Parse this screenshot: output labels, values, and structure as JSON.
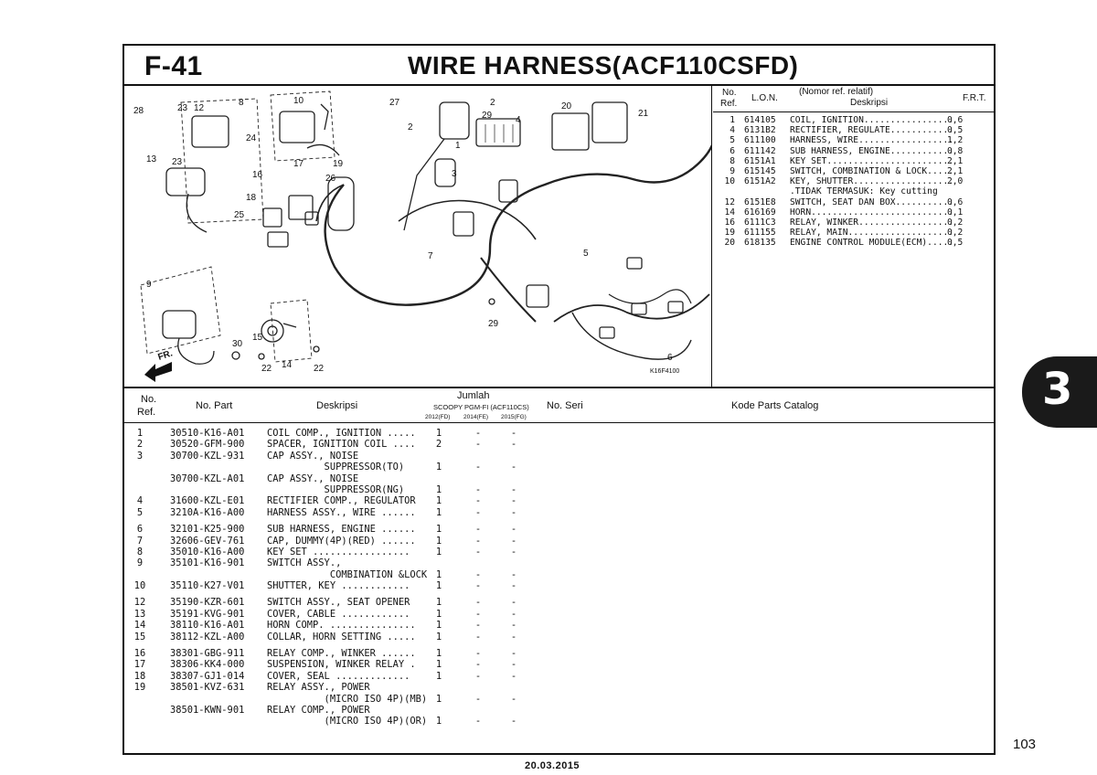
{
  "header": {
    "code": "F-41",
    "title": "WIRE HARNESS(ACF110CSFD)"
  },
  "diagram": {
    "ref_labels": [
      "28",
      "23",
      "12",
      "8",
      "10",
      "27",
      "2",
      "20",
      "29",
      "4",
      "21",
      "24",
      "13",
      "23",
      "2",
      "1",
      "16",
      "17",
      "19",
      "26",
      "18",
      "3",
      "25",
      "7",
      "5",
      "9",
      "29",
      "15",
      "30",
      "22",
      "14",
      "22",
      "6"
    ],
    "fr_label": "FR.",
    "code_label": "K16F4100"
  },
  "right_table": {
    "head": {
      "no": "No.",
      "ref": "Ref.",
      "lon": "L.O.N.",
      "nomor": "(Nomor ref. relatif)",
      "deskripsi": "Deskripsi",
      "frt": "F.R.T."
    },
    "rows": [
      {
        "ref": "1",
        "lon": "614105",
        "desc": "COIL, IGNITION.................",
        "frt": "0,6"
      },
      {
        "ref": "4",
        "lon": "6131B2",
        "desc": "RECTIFIER, REGULATE............",
        "frt": "0,5"
      },
      {
        "ref": "5",
        "lon": "611100",
        "desc": "HARNESS, WIRE..................",
        "frt": "1,2"
      },
      {
        "ref": "6",
        "lon": "611142",
        "desc": "SUB HARNESS, ENGINE............",
        "frt": "0,8"
      },
      {
        "ref": "8",
        "lon": "6151A1",
        "desc": "KEY SET........................",
        "frt": "2,1"
      },
      {
        "ref": "9",
        "lon": "615145",
        "desc": "SWITCH, COMBINATION & LOCK.....",
        "frt": "2,1"
      },
      {
        "ref": "10",
        "lon": "6151A2",
        "desc": "KEY, SHUTTER...................",
        "frt": "2,0"
      },
      {
        "ref": "12",
        "lon": "6151E8",
        "desc": "SWITCH, SEAT DAN BOX...........",
        "frt": "0,6"
      },
      {
        "ref": "14",
        "lon": "616169",
        "desc": "HORN...........................",
        "frt": "0,1"
      },
      {
        "ref": "16",
        "lon": "6111C3",
        "desc": "RELAY, WINKER..................",
        "frt": "0,2"
      },
      {
        "ref": "19",
        "lon": "611155",
        "desc": "RELAY, MAIN....................",
        "frt": "0,2"
      },
      {
        "ref": "20",
        "lon": "618135",
        "desc": "ENGINE CONTROL MODULE(ECM).....",
        "frt": "0,5"
      }
    ],
    "note": ".TIDAK TERMASUK: Key cutting"
  },
  "bottom_table": {
    "head": {
      "no": "No.",
      "ref": "Ref.",
      "part": "No. Part",
      "deskripsi": "Deskripsi",
      "jumlah": "Jumlah",
      "model": "SCOOPY PGM-FI (ACF110CS)",
      "y1": "2012(FD)",
      "y2": "2014(FE)",
      "y3": "2015(FG)",
      "seri": "No. Seri",
      "catalog": "Kode Parts Catalog"
    },
    "rows": [
      {
        "ref": "1",
        "part": "30510-K16-A01",
        "desc": "COIL COMP., IGNITION .....",
        "q1": "1",
        "q2": "-",
        "q3": "-"
      },
      {
        "ref": "2",
        "part": "30520-GFM-900",
        "desc": "SPACER, IGNITION COIL ....",
        "q1": "2",
        "q2": "-",
        "q3": "-"
      },
      {
        "ref": "3",
        "part": "30700-KZL-931",
        "desc": "CAP ASSY., NOISE",
        "q1": "",
        "q2": "",
        "q3": ""
      },
      {
        "ref": "",
        "part": "",
        "desc": "          SUPPRESSOR(TO)",
        "q1": "1",
        "q2": "-",
        "q3": "-"
      },
      {
        "ref": "",
        "part": "30700-KZL-A01",
        "desc": "CAP ASSY., NOISE",
        "q1": "",
        "q2": "",
        "q3": ""
      },
      {
        "ref": "",
        "part": "",
        "desc": "          SUPPRESSOR(NG)",
        "q1": "1",
        "q2": "-",
        "q3": "-"
      },
      {
        "ref": "4",
        "part": "31600-KZL-E01",
        "desc": "RECTIFIER COMP., REGULATOR",
        "q1": "1",
        "q2": "-",
        "q3": "-"
      },
      {
        "ref": "5",
        "part": "3210A-K16-A00",
        "desc": "HARNESS ASSY., WIRE ......",
        "q1": "1",
        "q2": "-",
        "q3": "-"
      },
      {
        "gap": true
      },
      {
        "ref": "6",
        "part": "32101-K25-900",
        "desc": "SUB HARNESS, ENGINE ......",
        "q1": "1",
        "q2": "-",
        "q3": "-"
      },
      {
        "ref": "7",
        "part": "32606-GEV-761",
        "desc": "CAP, DUMMY(4P)(RED) ......",
        "q1": "1",
        "q2": "-",
        "q3": "-"
      },
      {
        "ref": "8",
        "part": "35010-K16-A00",
        "desc": "KEY SET .................",
        "q1": "1",
        "q2": "-",
        "q3": "-"
      },
      {
        "ref": "9",
        "part": "35101-K16-901",
        "desc": "SWITCH ASSY.,",
        "q1": "",
        "q2": "",
        "q3": ""
      },
      {
        "ref": "",
        "part": "",
        "desc": "           COMBINATION &LOCK",
        "q1": "1",
        "q2": "-",
        "q3": "-"
      },
      {
        "ref": "10",
        "part": "35110-K27-V01",
        "desc": "SHUTTER, KEY ............",
        "q1": "1",
        "q2": "-",
        "q3": "-"
      },
      {
        "gap": true
      },
      {
        "ref": "12",
        "part": "35190-KZR-601",
        "desc": "SWITCH ASSY., SEAT OPENER",
        "q1": "1",
        "q2": "-",
        "q3": "-"
      },
      {
        "ref": "13",
        "part": "35191-KVG-901",
        "desc": "COVER, CABLE ............",
        "q1": "1",
        "q2": "-",
        "q3": "-"
      },
      {
        "ref": "14",
        "part": "38110-K16-A01",
        "desc": "HORN COMP. ...............",
        "q1": "1",
        "q2": "-",
        "q3": "-"
      },
      {
        "ref": "15",
        "part": "38112-KZL-A00",
        "desc": "COLLAR, HORN SETTING .....",
        "q1": "1",
        "q2": "-",
        "q3": "-"
      },
      {
        "gap": true
      },
      {
        "ref": "16",
        "part": "38301-GBG-911",
        "desc": "RELAY COMP., WINKER ......",
        "q1": "1",
        "q2": "-",
        "q3": "-"
      },
      {
        "ref": "17",
        "part": "38306-KK4-000",
        "desc": "SUSPENSION, WINKER RELAY .",
        "q1": "1",
        "q2": "-",
        "q3": "-"
      },
      {
        "ref": "18",
        "part": "38307-GJ1-014",
        "desc": "COVER, SEAL .............",
        "q1": "1",
        "q2": "-",
        "q3": "-"
      },
      {
        "ref": "19",
        "part": "38501-KVZ-631",
        "desc": "RELAY ASSY., POWER",
        "q1": "",
        "q2": "",
        "q3": ""
      },
      {
        "ref": "",
        "part": "",
        "desc": "          (MICRO ISO 4P)(MB)",
        "q1": "1",
        "q2": "-",
        "q3": "-"
      },
      {
        "ref": "",
        "part": "38501-KWN-901",
        "desc": "RELAY COMP., POWER",
        "q1": "",
        "q2": "",
        "q3": ""
      },
      {
        "ref": "",
        "part": "",
        "desc": "          (MICRO ISO 4P)(OR)",
        "q1": "1",
        "q2": "-",
        "q3": "-"
      }
    ]
  },
  "section_tab": "3",
  "page_number": "103",
  "footer_date": "20.03.2015"
}
